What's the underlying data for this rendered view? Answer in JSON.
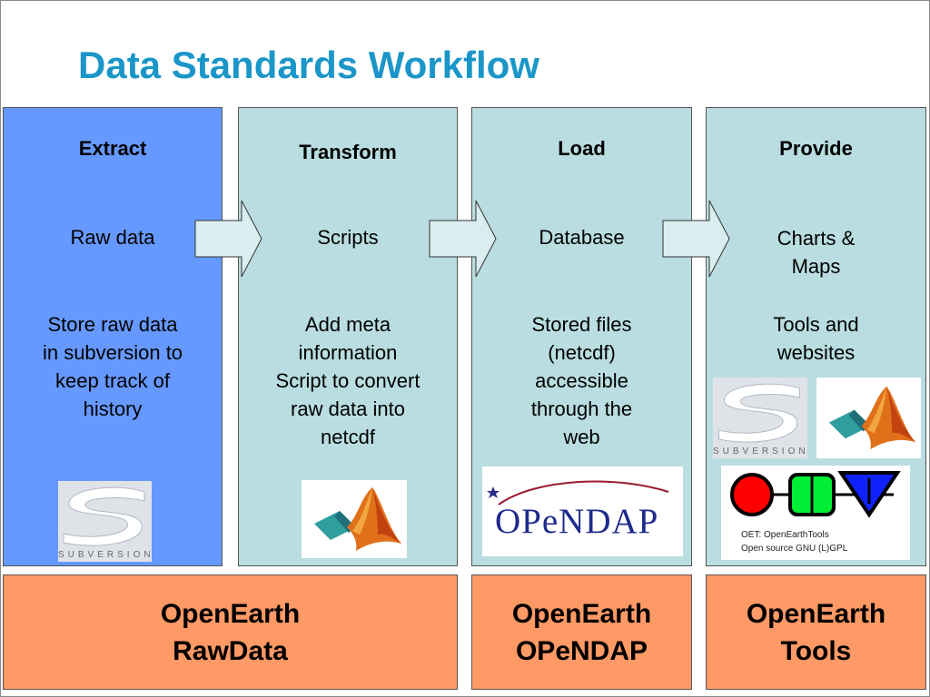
{
  "title": "Data Standards Workflow",
  "columns": [
    {
      "heading": "Extract",
      "item": "Raw data",
      "description": [
        "Store raw data",
        "in subversion to",
        "keep track of",
        "history"
      ]
    },
    {
      "heading": "Transform",
      "item": "Scripts",
      "description": [
        "Add meta",
        "information",
        "Script to convert",
        "raw data into",
        "netcdf"
      ]
    },
    {
      "heading": "Load",
      "item": "Database",
      "description": [
        "Stored files",
        "(netcdf)",
        "accessible",
        "through the",
        "web"
      ]
    },
    {
      "heading": "Provide",
      "item": [
        "Charts &",
        "Maps"
      ],
      "description": [
        "Tools and",
        "websites"
      ]
    }
  ],
  "footers": [
    {
      "line1": "OpenEarth",
      "line2": "RawData"
    },
    {
      "line1": "OpenEarth",
      "line2": "OPeNDAP"
    },
    {
      "line1": "OpenEarth",
      "line2": "Tools"
    }
  ],
  "logos": {
    "subversion_text": "SUBVERSION",
    "opendap_text": "OPeNDAP",
    "oet_line1": "OET: OpenEarthTools",
    "oet_line2": "Open source GNU (L)GPL"
  },
  "colors": {
    "title": "#1b96c8",
    "extract_column": "#6699ff",
    "other_columns": "#b9dde0",
    "footer": "#ff9966"
  }
}
